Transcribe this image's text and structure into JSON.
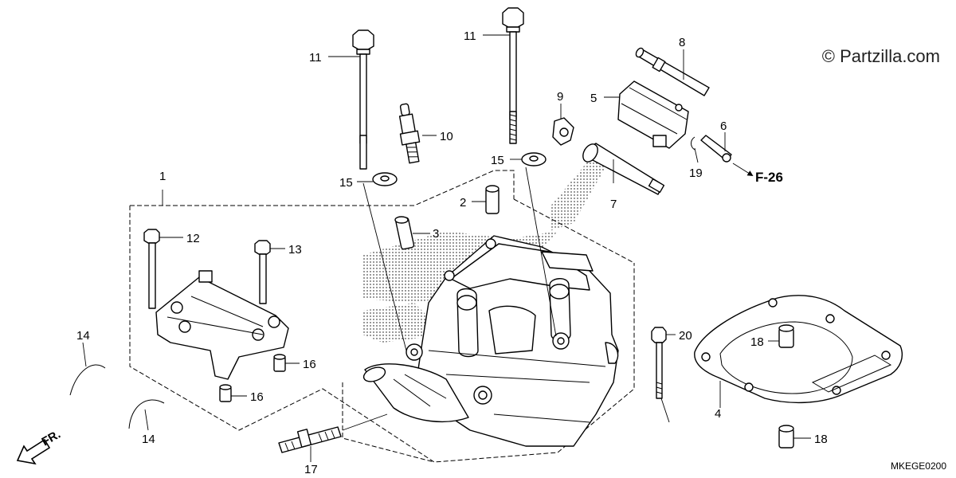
{
  "watermark": "© Partzilla.com",
  "diagram_code": "MKEGE0200",
  "front_arrow_label": "FR.",
  "reference_label": "F-26",
  "callouts": {
    "c1": "1",
    "c2": "2",
    "c3": "3",
    "c4": "4",
    "c5": "5",
    "c6": "6",
    "c7": "7",
    "c8": "8",
    "c9": "9",
    "c10": "10",
    "c11a": "11",
    "c11b": "11",
    "c12": "12",
    "c13": "13",
    "c14a": "14",
    "c14b": "14",
    "c15a": "15",
    "c15b": "15",
    "c16a": "16",
    "c16b": "16",
    "c17": "17",
    "c18a": "18",
    "c18b": "18",
    "c19": "19",
    "c20": "20"
  }
}
